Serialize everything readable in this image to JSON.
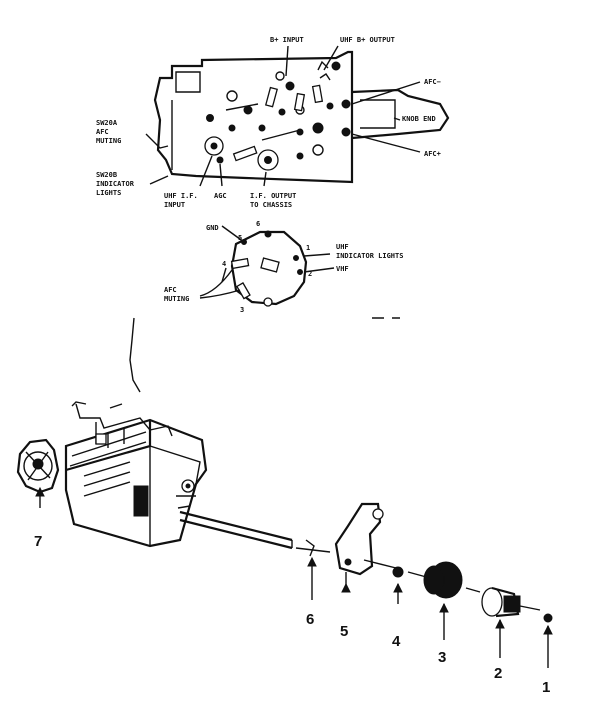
{
  "top_labels": {
    "b_input": "B+ INPUT",
    "uhf_b_output": "UHF B+ OUTPUT",
    "afc_minus": "AFC−",
    "knob_end": "KNOB END",
    "sw20a_1": "SW20A",
    "sw20a_2": "AFC",
    "sw20a_3": "MUTING",
    "sw20b_1": "SW20B",
    "sw20b_2": "INDICATOR",
    "sw20b_3": "LIGHTS",
    "uhf_if_1": "UHF I.F.",
    "uhf_if_2": "INPUT",
    "agc": "AGC",
    "if_out_1": "I.F. OUTPUT",
    "if_out_2": "TO CHASSIS",
    "afc_plus": "AFC+"
  },
  "switch_labels": {
    "gnd": "GND",
    "uhf_ind_1": "UHF",
    "uhf_ind_2": "INDICATOR LIGHTS",
    "vhf": "VHF",
    "afc_muting_1": "AFC",
    "afc_muting_2": "MUTING",
    "t5": "5",
    "t6": "6",
    "t4": "4",
    "t3": "3",
    "t1": "1",
    "t2": "2"
  },
  "parts": {
    "p1": "1",
    "p2": "2",
    "p3": "3",
    "p4": "4",
    "p5": "5",
    "p6": "6",
    "p7": "7"
  }
}
